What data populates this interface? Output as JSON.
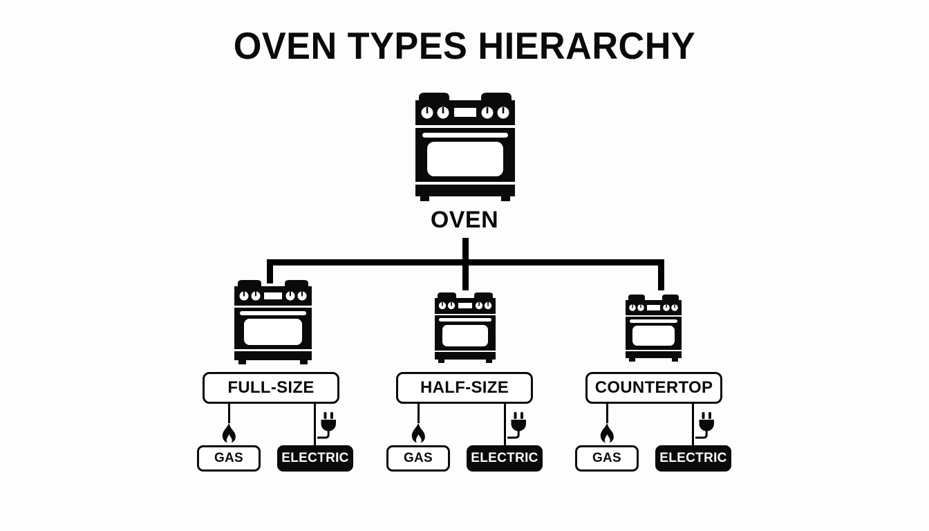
{
  "page": {
    "title": "OVEN TYPES HIERARCHY",
    "background_color": "#fdfdfd",
    "ink_color": "#0a0a0a"
  },
  "root": {
    "label": "OVEN",
    "icon": "oven-icon"
  },
  "branches": [
    {
      "label": "FULL-SIZE",
      "icon": "oven-icon-large",
      "leaves": [
        {
          "label": "GAS",
          "icon": "flame-icon",
          "style": "outline"
        },
        {
          "label": "ELECTRIC",
          "icon": "plug-icon",
          "style": "solid"
        }
      ]
    },
    {
      "label": "HALF-SIZE",
      "icon": "oven-icon-medium",
      "leaves": [
        {
          "label": "GAS",
          "icon": "flame-icon",
          "style": "outline"
        },
        {
          "label": "ELECTRIC",
          "icon": "plug-icon",
          "style": "solid"
        }
      ]
    },
    {
      "label": "COUNTERTOP",
      "icon": "oven-icon-small",
      "leaves": [
        {
          "label": "GAS",
          "icon": "flame-icon",
          "style": "outline"
        },
        {
          "label": "ELECTRIC",
          "icon": "plug-icon",
          "style": "solid"
        }
      ]
    }
  ]
}
